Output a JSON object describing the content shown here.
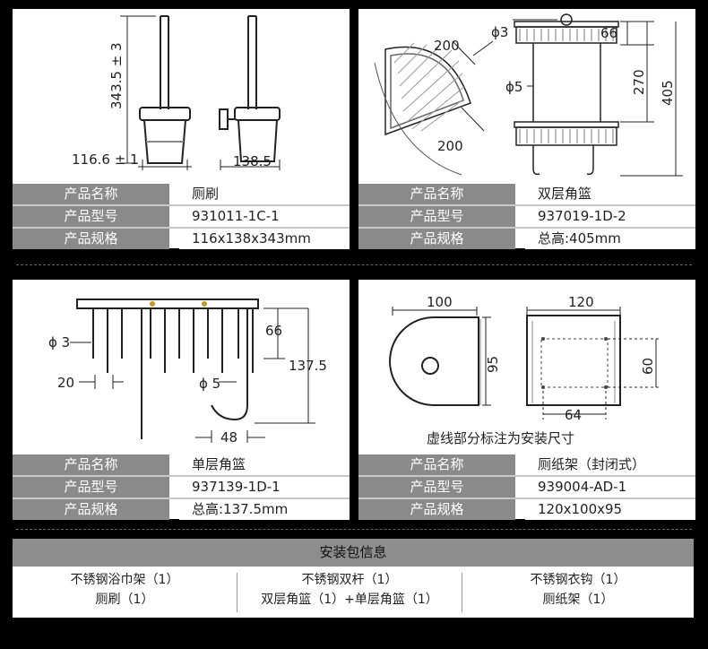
{
  "products": [
    {
      "dims": {
        "height": "343.5 ± 3",
        "width_left": "116.6 ± 1",
        "width_right": "138.5"
      },
      "rows": [
        {
          "label": "产品名称",
          "value": "厕刷"
        },
        {
          "label": "产品型号",
          "value": "931011-1C-1"
        },
        {
          "label": "产品规格",
          "value": "116x138x343mm"
        }
      ]
    },
    {
      "dims": {
        "side_a": "200",
        "side_b": "200",
        "phi3": "ϕ3",
        "phi5": "ϕ5",
        "d66": "66",
        "d270": "270",
        "d405": "405"
      },
      "rows": [
        {
          "label": "产品名称",
          "value": "双层角篮"
        },
        {
          "label": "产品型号",
          "value": "937019-1D-2"
        },
        {
          "label": "产品规格",
          "value": "总高:405mm"
        }
      ]
    },
    {
      "dims": {
        "phi3": "ϕ 3",
        "d20": "20",
        "d66": "66",
        "d137": "137.5",
        "phi5": "ϕ 5",
        "d48": "48"
      },
      "rows": [
        {
          "label": "产品名称",
          "value": "单层角篮"
        },
        {
          "label": "产品型号",
          "value": "937139-1D-1"
        },
        {
          "label": "产品规格",
          "value": "总高:137.5mm"
        }
      ]
    },
    {
      "dims": {
        "d100": "100",
        "d95": "95",
        "d120": "120",
        "d60": "60",
        "d64": "64"
      },
      "note": "虚线部分标注为安装尺寸",
      "rows": [
        {
          "label": "产品名称",
          "value": "厕纸架（封闭式）"
        },
        {
          "label": "产品型号",
          "value": "939004-AD-1"
        },
        {
          "label": "产品规格",
          "value": "120x100x95"
        }
      ]
    }
  ],
  "package": {
    "title": "安装包信息",
    "columns": [
      [
        "不锈钢浴巾架（1）",
        "厕刷（1）"
      ],
      [
        "不锈钢双杆（1）",
        "双层角篮（1）+单层角篮（1）"
      ],
      [
        "不锈钢衣钩（1）",
        "厕纸架（1）"
      ]
    ]
  }
}
